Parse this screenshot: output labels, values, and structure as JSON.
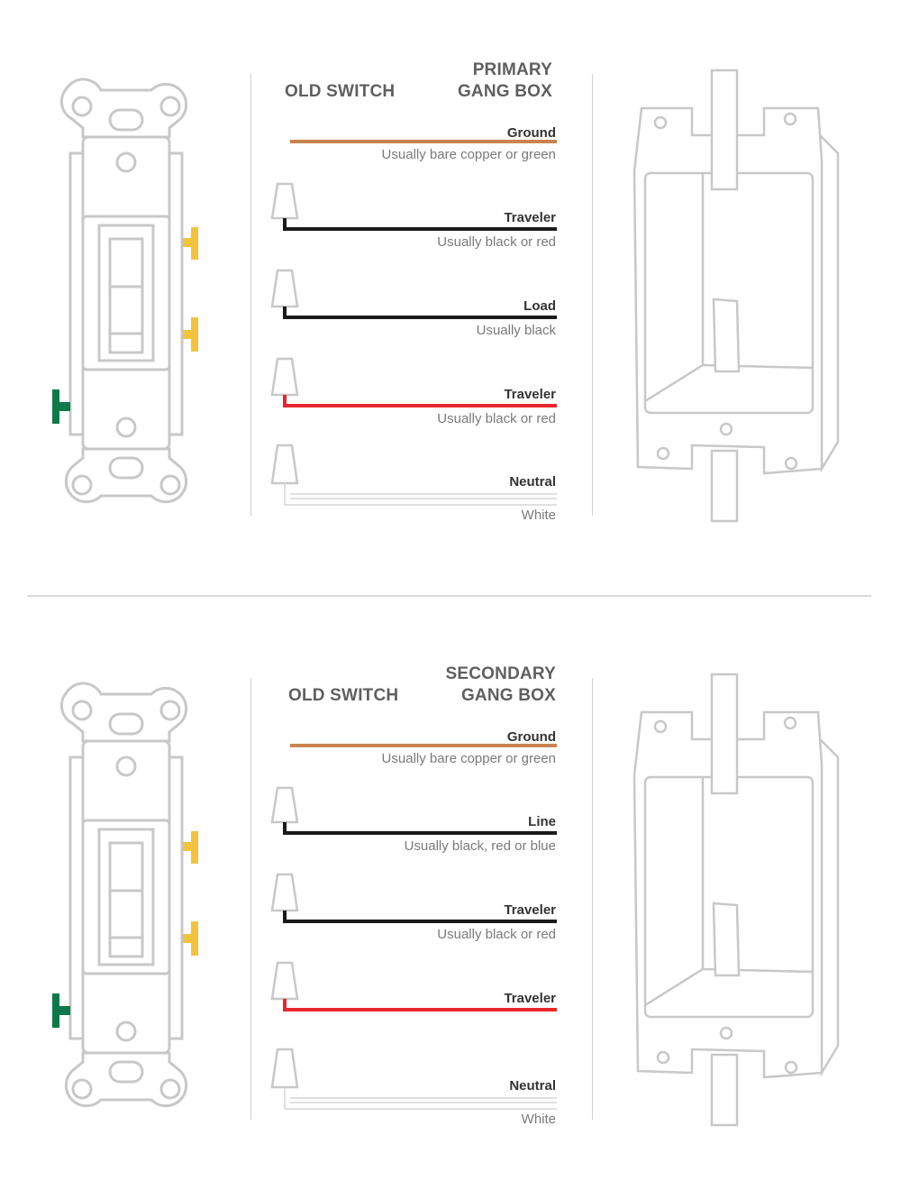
{
  "colors": {
    "ground": "#c9834f",
    "black_wire": "#1a1a1a",
    "red_wire": "#e8262b",
    "white_wire": "#d6d6d6",
    "outline": "#c8c8c8",
    "terminal_brass": "#f4c33d",
    "terminal_green": "#0c7a48"
  },
  "panels": [
    {
      "heading_left": "OLD SWITCH",
      "heading_right_line1": "PRIMARY",
      "heading_right_line2": "GANG BOX",
      "wires": [
        {
          "label": "Ground",
          "note": "Usually bare copper or green",
          "color": "ground"
        },
        {
          "label": "Traveler",
          "note": "Usually black or red",
          "color": "black_wire"
        },
        {
          "label": "Load",
          "note": "Usually black",
          "color": "black_wire"
        },
        {
          "label": "Traveler",
          "note": "Usually black or red",
          "color": "red_wire"
        },
        {
          "label": "Neutral",
          "note": "White",
          "color": "white_wire"
        }
      ]
    },
    {
      "heading_left": "OLD SWITCH",
      "heading_right_line1": "SECONDARY",
      "heading_right_line2": "GANG BOX",
      "wires": [
        {
          "label": "Ground",
          "note": "Usually bare copper or green",
          "color": "ground"
        },
        {
          "label": "Line",
          "note": "Usually black, red or blue",
          "color": "black_wire"
        },
        {
          "label": "Traveler",
          "note": "Usually black or red",
          "color": "black_wire"
        },
        {
          "label": "Traveler",
          "note": "",
          "color": "red_wire"
        },
        {
          "label": "Neutral",
          "note": "White",
          "color": "white_wire"
        }
      ]
    }
  ]
}
